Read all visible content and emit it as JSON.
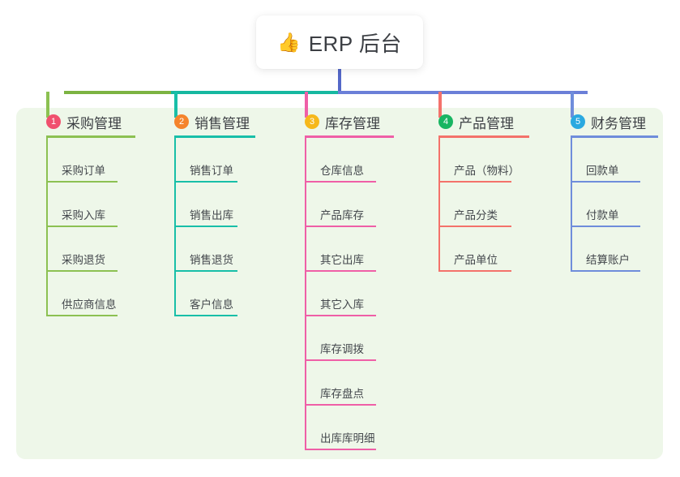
{
  "root": {
    "icon": "thumbs-up-emoji",
    "icon_glyph": "👍",
    "title": "ERP 后台"
  },
  "panel": {
    "background_color": "#eef7e9"
  },
  "connectors": {
    "stem_color": "#5468c8",
    "bar_left_color": "#7cb342",
    "bar_mid_color": "#16b8a0",
    "bar_right_color": "#6b7fd8"
  },
  "columns": [
    {
      "number": "1",
      "badge_color": "#f0506e",
      "line_color": "#8cc152",
      "title": "采购管理",
      "items": [
        {
          "label": "采购订单"
        },
        {
          "label": "采购入库"
        },
        {
          "label": "采购退货"
        },
        {
          "label": "供应商信息"
        }
      ]
    },
    {
      "number": "2",
      "badge_color": "#f5842c",
      "line_color": "#18bfa8",
      "title": "销售管理",
      "items": [
        {
          "label": "销售订单"
        },
        {
          "label": "销售出库"
        },
        {
          "label": "销售退货"
        },
        {
          "label": "客户信息"
        }
      ]
    },
    {
      "number": "3",
      "badge_color": "#f6b81b",
      "line_color": "#ef5fa7",
      "title": "库存管理",
      "items": [
        {
          "label": "仓库信息"
        },
        {
          "label": "产品库存"
        },
        {
          "label": "其它出库"
        },
        {
          "label": "其它入库"
        },
        {
          "label": "库存调拨"
        },
        {
          "label": "库存盘点"
        },
        {
          "label": "出库库明细"
        }
      ]
    },
    {
      "number": "4",
      "badge_color": "#19b562",
      "line_color": "#f4726b",
      "title": "产品管理",
      "items": [
        {
          "label": "产品（物料）"
        },
        {
          "label": "产品分类"
        },
        {
          "label": "产品单位"
        }
      ]
    },
    {
      "number": "5",
      "badge_color": "#2aa9e0",
      "line_color": "#6f8ddb",
      "title": "财务管理",
      "items": [
        {
          "label": "回款单"
        },
        {
          "label": "付款单"
        },
        {
          "label": "结算账户"
        }
      ]
    }
  ]
}
